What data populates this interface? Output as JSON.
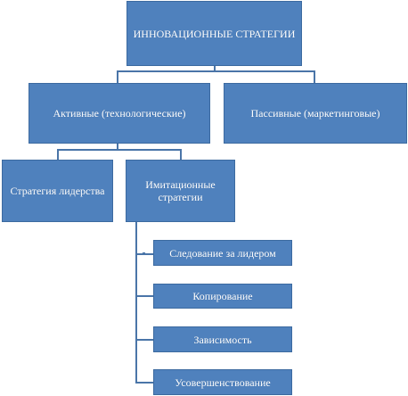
{
  "colors": {
    "box_fill": "#4f81bd",
    "box_border": "#3c6aa0",
    "connector": "#4a75a8",
    "text": "#ffffff"
  },
  "diagram": {
    "root": "ИННОВАЦИОННЫЕ СТРАТЕГИИ",
    "level1": {
      "active": "Активные (технологические)",
      "passive": "Пассивные (маркетинговые)"
    },
    "level2": {
      "leadership": "Стратегия лидерства",
      "imitation": "Имитационные стратегии"
    },
    "level3": [
      "Следование за лидером",
      "Копирование",
      "Зависимость",
      "Усовершенствование"
    ]
  }
}
